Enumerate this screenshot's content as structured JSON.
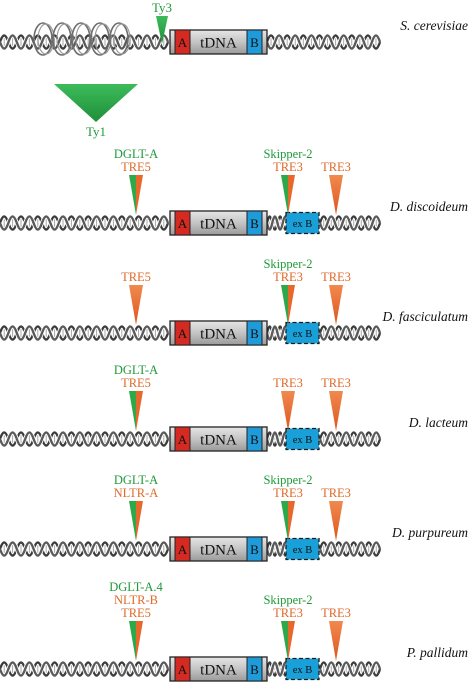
{
  "colors": {
    "green": "#2fa84a",
    "orange": "#e8682c",
    "greenText": "#1f9a3a",
    "orangeText": "#e06a2a",
    "boxA": "#d42a22",
    "boxB": "#1e9bd8",
    "tdna": "#c9c9c9",
    "exB": "#1aa0d8"
  },
  "labels": {
    "tdna": "tDNA",
    "boxA": "A",
    "boxB": "B",
    "exB": "ex B"
  },
  "panels": [
    {
      "species": "S. cerevisiae",
      "hasExB": false,
      "insertions": [
        {
          "id": "ty1",
          "style": "large-green",
          "labels": [
            {
              "text": "Ty1",
              "color": "green"
            }
          ]
        },
        {
          "id": "ty3",
          "style": "small-green",
          "labels": [
            {
              "text": "Ty3",
              "color": "green"
            }
          ]
        }
      ]
    },
    {
      "species": "D. discoideum",
      "hasExB": true,
      "insertions": [
        {
          "id": "upstream",
          "style": "split",
          "labels": [
            {
              "text": "DGLT-A",
              "color": "green"
            },
            {
              "text": "TRE5",
              "color": "orange"
            }
          ]
        },
        {
          "id": "mid",
          "style": "split",
          "labels": [
            {
              "text": "Skipper-2",
              "color": "green"
            },
            {
              "text": "TRE3",
              "color": "orange"
            }
          ]
        },
        {
          "id": "down",
          "style": "orange",
          "labels": [
            {
              "text": "TRE3",
              "color": "orange"
            }
          ]
        }
      ]
    },
    {
      "species": "D. fasciculatum",
      "hasExB": true,
      "insertions": [
        {
          "id": "upstream",
          "style": "orange",
          "labels": [
            {
              "text": "TRE5",
              "color": "orange"
            }
          ]
        },
        {
          "id": "mid",
          "style": "split",
          "labels": [
            {
              "text": "Skipper-2",
              "color": "green"
            },
            {
              "text": "TRE3",
              "color": "orange"
            }
          ]
        },
        {
          "id": "down",
          "style": "orange",
          "labels": [
            {
              "text": "TRE3",
              "color": "orange"
            }
          ]
        }
      ]
    },
    {
      "species": "D. lacteum",
      "hasExB": true,
      "insertions": [
        {
          "id": "upstream",
          "style": "split",
          "labels": [
            {
              "text": "DGLT-A",
              "color": "green"
            },
            {
              "text": "TRE5",
              "color": "orange"
            }
          ]
        },
        {
          "id": "mid",
          "style": "orange",
          "labels": [
            {
              "text": "TRE3",
              "color": "orange"
            }
          ]
        },
        {
          "id": "down",
          "style": "orange",
          "labels": [
            {
              "text": "TRE3",
              "color": "orange"
            }
          ]
        }
      ]
    },
    {
      "species": "D. purpureum",
      "hasExB": true,
      "insertions": [
        {
          "id": "upstream",
          "style": "split",
          "labels": [
            {
              "text": "DGLT-A",
              "color": "green"
            },
            {
              "text": "NLTR-A",
              "color": "orange"
            }
          ]
        },
        {
          "id": "mid",
          "style": "split",
          "labels": [
            {
              "text": "Skipper-2",
              "color": "green"
            },
            {
              "text": "TRE3",
              "color": "orange"
            }
          ]
        },
        {
          "id": "down",
          "style": "orange",
          "labels": [
            {
              "text": "TRE3",
              "color": "orange"
            }
          ]
        }
      ]
    },
    {
      "species": "P. pallidum",
      "hasExB": true,
      "insertions": [
        {
          "id": "upstream",
          "style": "split",
          "labels": [
            {
              "text": "DGLT-A.4",
              "color": "green"
            },
            {
              "text": "NLTR-B",
              "color": "orange"
            },
            {
              "text": "TRE5",
              "color": "orange"
            }
          ]
        },
        {
          "id": "mid",
          "style": "split",
          "labels": [
            {
              "text": "Skipper-2",
              "color": "green"
            },
            {
              "text": "TRE3",
              "color": "orange"
            }
          ]
        },
        {
          "id": "down",
          "style": "orange",
          "labels": [
            {
              "text": "TRE3",
              "color": "orange"
            }
          ]
        }
      ]
    }
  ]
}
